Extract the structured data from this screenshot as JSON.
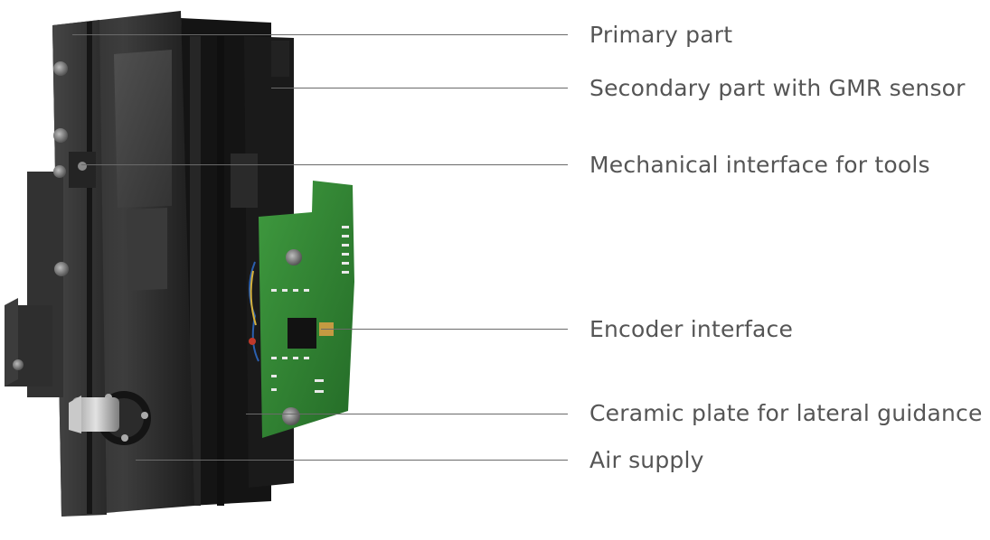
{
  "callouts": [
    {
      "id": "primary-part",
      "label": "Primary part"
    },
    {
      "id": "secondary-part",
      "label": "Secondary part with GMR sensor"
    },
    {
      "id": "mechanical-interface",
      "label": "Mechanical interface for tools"
    },
    {
      "id": "encoder-interface",
      "label": "Encoder interface"
    },
    {
      "id": "ceramic-plate",
      "label": "Ceramic plate for lateral guidance"
    },
    {
      "id": "air-supply",
      "label": "Air supply"
    }
  ],
  "colors": {
    "background": "#ffffff",
    "label_text": "#555555",
    "leader_line": "#6a6a6a",
    "housing_dark": "#1c1c1c",
    "housing_mid": "#3a3a3a",
    "pcb_green": "#2f7d32"
  }
}
